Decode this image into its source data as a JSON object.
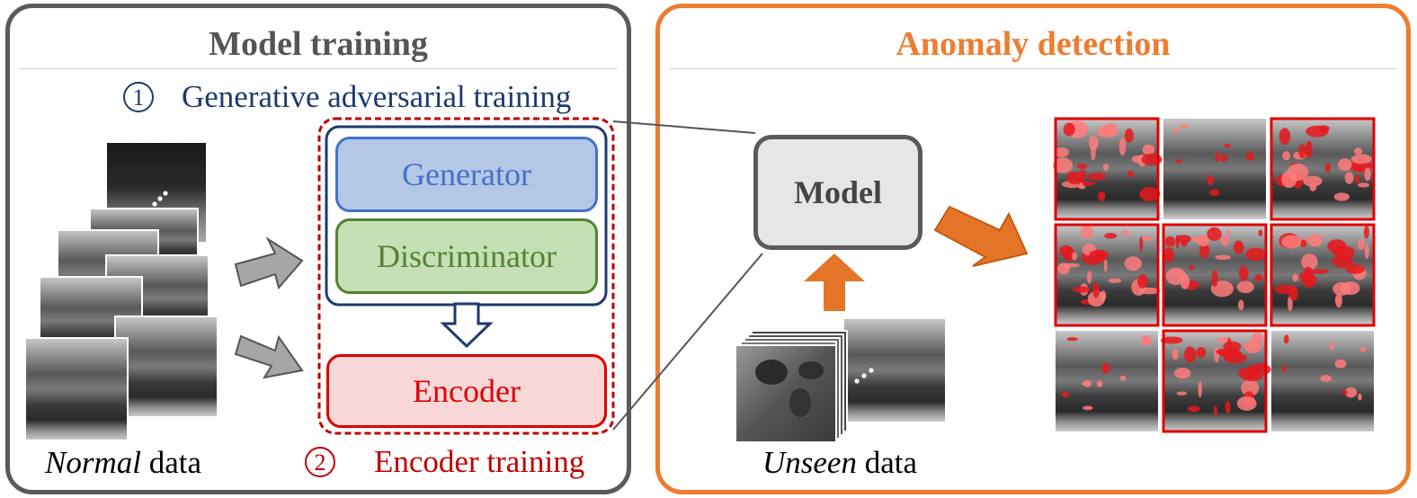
{
  "left_panel": {
    "title": "Model training",
    "step1": {
      "number": "1",
      "label": "Generative adversarial training"
    },
    "step2": {
      "number": "2",
      "label": "Encoder training"
    },
    "generator_label": "Generator",
    "discriminator_label": "Discriminator",
    "encoder_label": "Encoder",
    "input_caption": {
      "emphasis": "Normal",
      "rest": " data"
    }
  },
  "right_panel": {
    "title": "Anomaly detection",
    "model_label": "Model",
    "input_caption": {
      "emphasis": "Unseen",
      "rest": " data"
    }
  },
  "colors": {
    "left_border": "#5a5a5a",
    "right_border": "#ed7d31",
    "navy": "#1f3a6e",
    "red": "#c00000",
    "generator_fill": "#b4c7e7",
    "generator_border": "#4472c4",
    "discriminator_fill": "#c5e0b4",
    "discriminator_border": "#548235",
    "encoder_fill": "#f8d7d7",
    "encoder_border": "#e00000",
    "orange": "#e47528"
  },
  "heatmap_grid": {
    "rows": 3,
    "cols": 3,
    "anomalous": [
      true,
      false,
      true,
      true,
      true,
      true,
      false,
      true,
      false
    ]
  }
}
